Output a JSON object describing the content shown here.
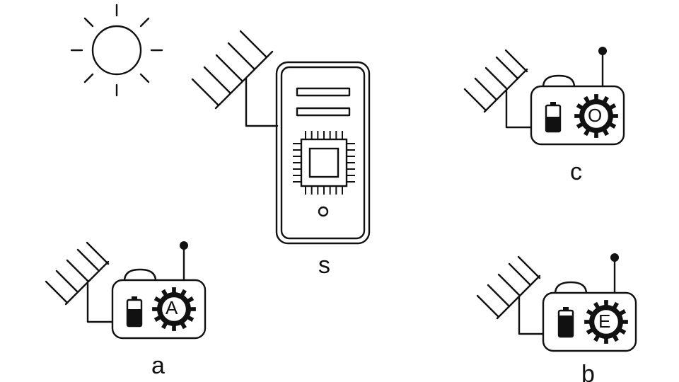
{
  "colors": {
    "ink": "#111111",
    "background": "#ffffff"
  },
  "icons": [
    "sun-icon",
    "solar-panel-icon",
    "server-icon",
    "cpu-chip-icon",
    "sensor-node-icon",
    "battery-icon",
    "gear-icon",
    "antenna-icon"
  ],
  "nodes": {
    "server": {
      "label": "s"
    },
    "node_a": {
      "label": "a",
      "gear_letter": "A"
    },
    "node_b": {
      "label": "b",
      "gear_letter": "E"
    },
    "node_c": {
      "label": "c",
      "gear_letter": "O"
    }
  }
}
